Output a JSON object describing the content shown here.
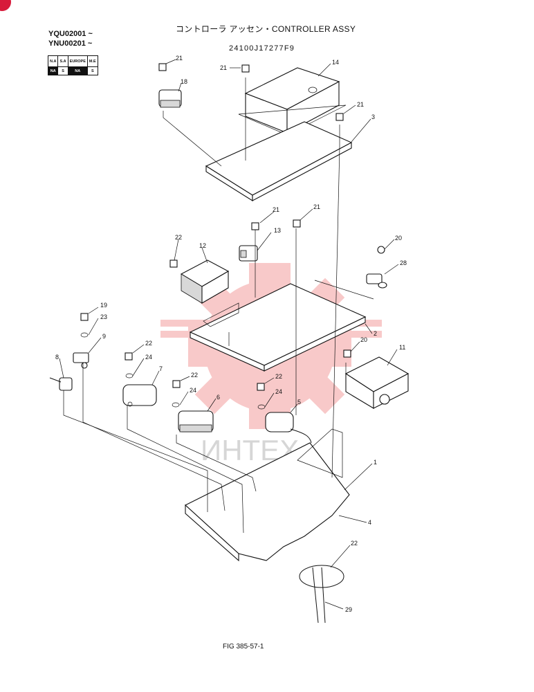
{
  "header": {
    "title": "コントローラ アッセン・CONTROLLER ASSY",
    "part_number": "24100J17277F9",
    "serial_1": "YQU02001 ~",
    "serial_2": "YNU00201 ~"
  },
  "availability_table": {
    "headers": [
      "N.A",
      "S.A",
      "EUROPE",
      "M.E"
    ],
    "values": [
      "NA",
      "S",
      "NA",
      "S"
    ]
  },
  "callouts": [
    "1",
    "2",
    "3",
    "4",
    "5",
    "6",
    "7",
    "8",
    "9",
    "11",
    "12",
    "13",
    "14",
    "18",
    "19",
    "20",
    "20",
    "21",
    "21",
    "21",
    "21",
    "21",
    "22",
    "22",
    "22",
    "22",
    "22",
    "23",
    "24",
    "24",
    "24",
    "28",
    "29"
  ],
  "footer": {
    "figure": "FIG 385-57-1"
  },
  "watermark": {
    "text": "ИНТЕХ",
    "color": "#e8423f"
  }
}
